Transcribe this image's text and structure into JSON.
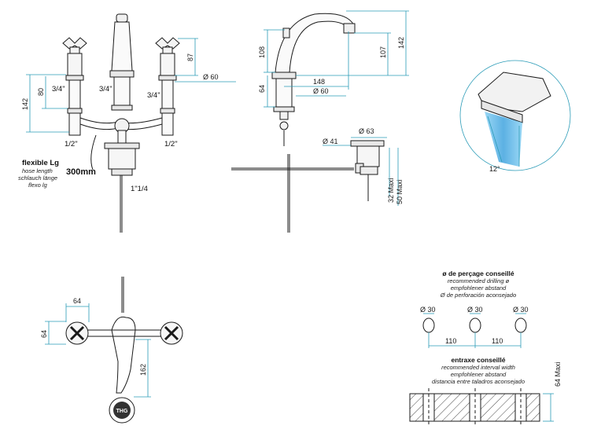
{
  "colors": {
    "dimension": "#2a9bb7",
    "line": "#1a1a1a",
    "water": "#5bb8e8"
  },
  "front_view": {
    "dims": {
      "d142": "142",
      "d80": "80",
      "d87": "87",
      "dia60": "Ø 60"
    },
    "threads": {
      "left_top": "3/4\"",
      "center": "3/4\"",
      "right": "3/4\"",
      "left_bottom": "1/2\"",
      "right_bottom": "1/2\"",
      "drain": "1\"1/4"
    },
    "hose": {
      "title": "flexible Lg",
      "line1": "hose length",
      "line2": "schlauch länge",
      "line3": "flexo lg",
      "length": "300mm"
    }
  },
  "side_view": {
    "dims": {
      "d108": "108",
      "d107": "107",
      "d142": "142",
      "d64": "64",
      "d148": "148",
      "dia60": "Ø 60",
      "dia63": "Ø 63",
      "dia41": "Ø 41",
      "d32": "32 Maxi",
      "d50": "50 Maxi"
    }
  },
  "aerator": {
    "angle": "12°"
  },
  "top_view": {
    "dims": {
      "d64w": "64",
      "d64h": "64",
      "d162": "162"
    },
    "logo": "THG"
  },
  "drilling": {
    "title": "ø de perçage conseillé",
    "line1": "recommended drilling ø",
    "line2": "empfohlener abstand",
    "line3": "Ø de perforación aconsejado",
    "holes": [
      "Ø 30",
      "Ø 30",
      "Ø 30"
    ],
    "spacing": [
      "110",
      "110"
    ]
  },
  "interval": {
    "title": "entraxe conseillé",
    "line1": "recommended interval width",
    "line2": "empfohlener abstand",
    "line3": "distancia entre taladros aconsejado",
    "max": "64 Maxi"
  }
}
